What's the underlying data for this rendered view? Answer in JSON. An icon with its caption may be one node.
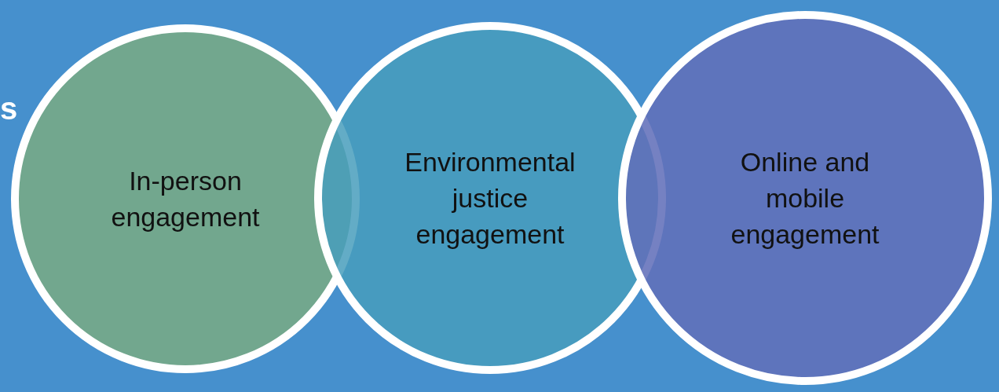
{
  "diagram": {
    "nodes": [
      {
        "text": [
          "In-person engagement"
        ]
      },
      {
        "text": [
          "Environmental justice engagement"
        ]
      },
      {
        "text": [
          "Online and mobile engagement"
        ]
      }
    ],
    "labels": [
      "s"
    ]
  }
}
